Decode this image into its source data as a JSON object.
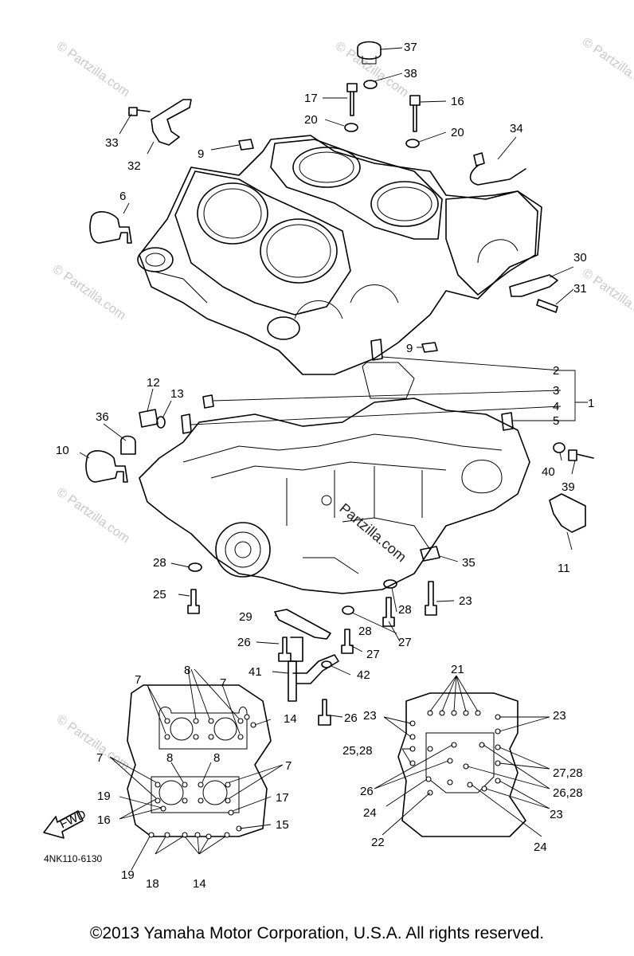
{
  "watermarks": [
    "© Partzilla.com",
    "© Partzilla.com",
    "© Partzilla.com",
    "© Partzilla.com",
    "© Partzilla.com",
    "© Partzilla.com",
    "© Partzilla.com",
    "Partzilla.com"
  ],
  "callouts": {
    "c1": "1",
    "c2": "2",
    "c3": "3",
    "c4": "4",
    "c5": "5",
    "c6": "6",
    "c7a": "7",
    "c7b": "7",
    "c7c": "7",
    "c7d": "7",
    "c8a": "8",
    "c8b": "8",
    "c8c": "8",
    "c9a": "9",
    "c9b": "9",
    "c10": "10",
    "c11": "11",
    "c12": "12",
    "c13": "13",
    "c14a": "14",
    "c14b": "14",
    "c15": "15",
    "c16a": "16",
    "c16b": "16",
    "c17a": "17",
    "c17b": "17",
    "c18": "18",
    "c19a": "19",
    "c19b": "19",
    "c20a": "20",
    "c20b": "20",
    "c21": "21",
    "c22": "22",
    "c23a": "23",
    "c23b": "23",
    "c23c": "23",
    "c23d": "23",
    "c24a": "24",
    "c24b": "24",
    "c25": "25",
    "c25_28": "25,28",
    "c26a": "26",
    "c26b": "26",
    "c26c": "26",
    "c26_28": "26,28",
    "c27a": "27",
    "c27b": "27",
    "c27_28": "27,28",
    "c28a": "28",
    "c28b": "28",
    "c28c": "28",
    "c29": "29",
    "c30": "30",
    "c31": "31",
    "c32": "32",
    "c33": "33",
    "c34": "34",
    "c35": "35",
    "c36": "36",
    "c37": "37",
    "c38": "38",
    "c39": "39",
    "c40": "40",
    "c41": "41",
    "c42": "42"
  },
  "fwd_label": "FWD",
  "drawing_code": "4NK110-6130",
  "copyright": "©2013  Yamaha Motor Corporation, U.S.A. All rights reserved."
}
